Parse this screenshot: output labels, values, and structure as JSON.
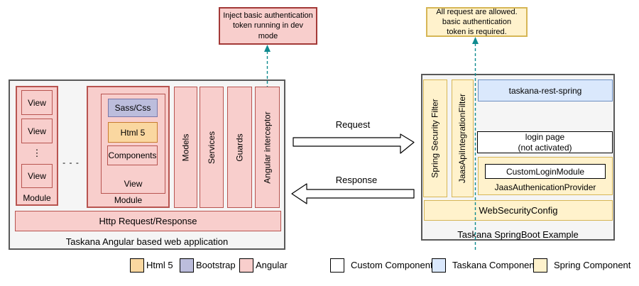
{
  "colors": {
    "angular_fill": "#f8cecc",
    "angular_stroke": "#b85450",
    "note_stroke": "#a33937",
    "html5_fill": "#fad7a0",
    "html5_stroke": "#c87d2e",
    "bootstrap_fill": "#bcbddc",
    "bootstrap_stroke": "#7a77a8",
    "taskana_fill": "#dae8fc",
    "taskana_stroke": "#6c8ebf",
    "spring_fill": "#fff2cc",
    "spring_stroke": "#d6b656",
    "container_fill": "#f5f5f5",
    "container_stroke": "#595959",
    "custom_fill": "#ffffff",
    "custom_stroke": "#000000",
    "connector_teal": "#0e8a8f",
    "arrow_fill": "#ffffff",
    "arrow_stroke": "#000000"
  },
  "notes": {
    "dev_token": "Inject basic authentication\ntoken running in dev\nmode",
    "all_requests": "All request are allowed.\nbasic authentication\ntoken is required."
  },
  "flow": {
    "request_label": "Request",
    "response_label": "Response"
  },
  "angular_app": {
    "title": "Taskana Angular based web application",
    "module1": {
      "label": "Module",
      "views": [
        "View",
        "View",
        "View"
      ],
      "dots_glyph": "⋮"
    },
    "modules_ellipsis": "- - -",
    "module2": {
      "label": "Module",
      "view": {
        "label": "View",
        "sass_css": "Sass/Css",
        "html5": "Html 5",
        "components": "Components"
      }
    },
    "bars": [
      "Models",
      "Services",
      "Guards",
      "Angular interceptor"
    ],
    "http_bar": "Http Request/Response"
  },
  "springboot_app": {
    "title": "Taskana SpringBoot Example",
    "filters": [
      "Spring Security Filter",
      "JaasApiIntegrationFilter"
    ],
    "taskana_rest_spring": "taskana-rest-spring",
    "login_page": "login page\n(not activated)",
    "jaas_provider": {
      "label": "JaasAuthenicationProvider",
      "custom_login_module": "CustomLoginModule"
    },
    "web_security_config": "WebSecurityConfig"
  },
  "legend": {
    "items": [
      {
        "label": "Html 5"
      },
      {
        "label": "Bootstrap"
      },
      {
        "label": "Angular"
      },
      {
        "label": "Custom Component"
      },
      {
        "label": "Taskana Component"
      },
      {
        "label": "Spring Component"
      }
    ]
  }
}
